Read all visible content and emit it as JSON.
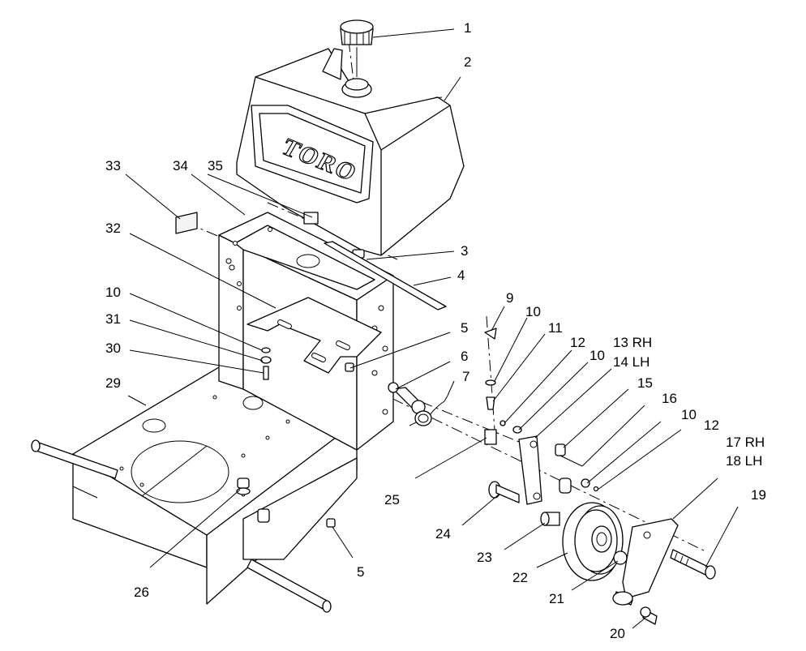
{
  "logo_text": "TORO",
  "callouts": [
    {
      "id": "c1",
      "text": "1"
    },
    {
      "id": "c2",
      "text": "2"
    },
    {
      "id": "c3",
      "text": "3"
    },
    {
      "id": "c4",
      "text": "4"
    },
    {
      "id": "c5a",
      "text": "5"
    },
    {
      "id": "c6",
      "text": "6"
    },
    {
      "id": "c7",
      "text": "7"
    },
    {
      "id": "c9",
      "text": "9"
    },
    {
      "id": "c10a",
      "text": "10"
    },
    {
      "id": "c11",
      "text": "11"
    },
    {
      "id": "c12a",
      "text": "12"
    },
    {
      "id": "c10b",
      "text": "10"
    },
    {
      "id": "c13",
      "text": "13 RH"
    },
    {
      "id": "c14",
      "text": "14 LH"
    },
    {
      "id": "c15",
      "text": "15"
    },
    {
      "id": "c16",
      "text": "16"
    },
    {
      "id": "c10c",
      "text": "10"
    },
    {
      "id": "c12b",
      "text": "12"
    },
    {
      "id": "c17",
      "text": "17 RH"
    },
    {
      "id": "c18",
      "text": "18 LH"
    },
    {
      "id": "c19",
      "text": "19"
    },
    {
      "id": "c20",
      "text": "20"
    },
    {
      "id": "c21",
      "text": "21"
    },
    {
      "id": "c22",
      "text": "22"
    },
    {
      "id": "c23",
      "text": "23"
    },
    {
      "id": "c24",
      "text": "24"
    },
    {
      "id": "c25",
      "text": "25"
    },
    {
      "id": "c5b",
      "text": "5"
    },
    {
      "id": "c26",
      "text": "26"
    },
    {
      "id": "c29",
      "text": "29"
    },
    {
      "id": "c30",
      "text": "30"
    },
    {
      "id": "c31",
      "text": "31"
    },
    {
      "id": "c10d",
      "text": "10"
    },
    {
      "id": "c32",
      "text": "32"
    },
    {
      "id": "c33",
      "text": "33"
    },
    {
      "id": "c34",
      "text": "34"
    },
    {
      "id": "c35",
      "text": "35"
    }
  ]
}
